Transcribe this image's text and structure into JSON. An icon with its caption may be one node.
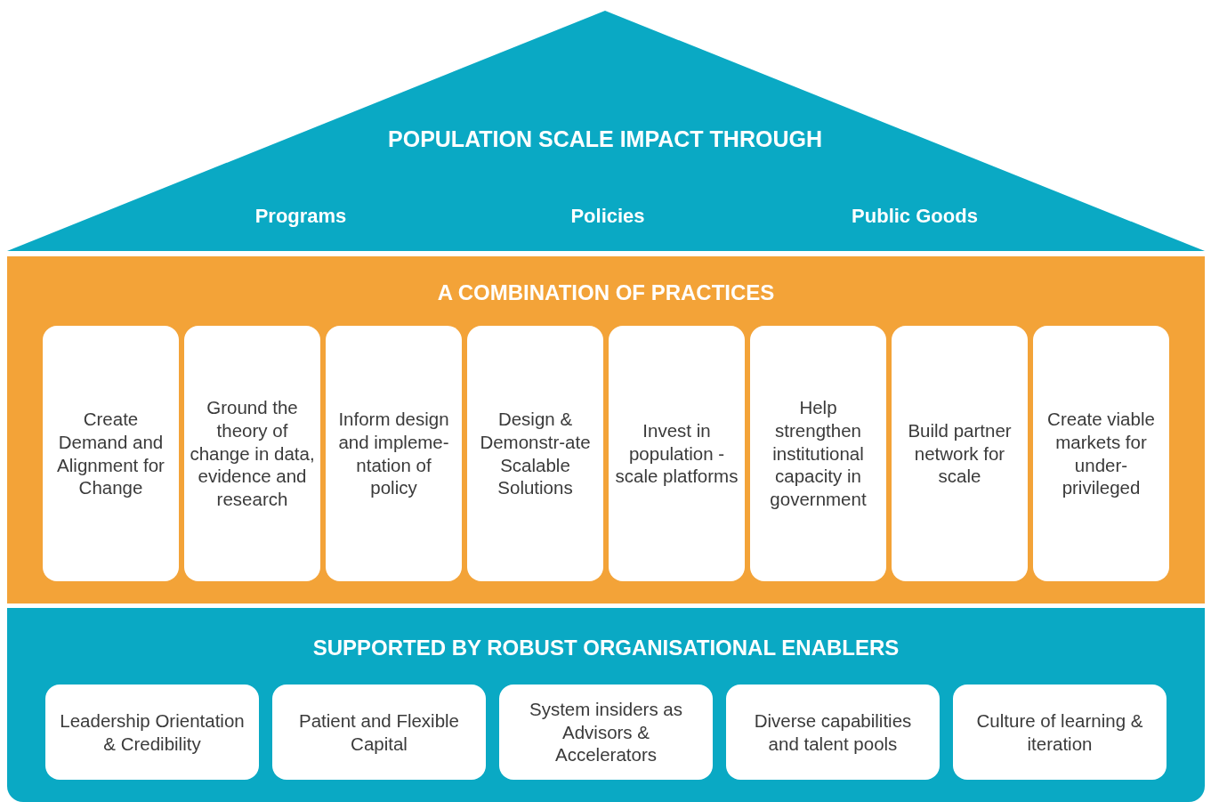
{
  "diagram": {
    "nodes": [
      {
        "text": [
          "POPULATION SCALE IMPACT THROUGH",
          "Programs",
          "Policies",
          "Public Goods"
        ]
      },
      {
        "text": [
          "A COMBINATION OF PRACTICES"
        ]
      },
      {
        "text": [
          "Create Demand and Alignment for Change"
        ],
        "in": 1
      },
      {
        "text": [
          "Ground the theory of change in data, evidence and research"
        ],
        "in": 1
      },
      {
        "text": [
          "Inform design and impleme-ntation of policy"
        ],
        "in": 1
      },
      {
        "text": [
          "Design & Demonstr-ate Scalable Solutions"
        ],
        "in": 1
      },
      {
        "text": [
          "Invest in population -scale platforms"
        ],
        "in": 1
      },
      {
        "text": [
          "Help strengthen institutional capacity in government"
        ],
        "in": 1
      },
      {
        "text": [
          "Build partner network for scale"
        ],
        "in": 1
      },
      {
        "text": [
          "Create viable markets for under-privileged"
        ],
        "in": 1
      },
      {
        "text": [
          "SUPPORTED BY ROBUST ORGANISATIONAL ENABLERS"
        ]
      },
      {
        "text": [
          "Leadership Orientation & Credibility"
        ],
        "in": 10
      },
      {
        "text": [
          "Patient and Flexible Capital"
        ],
        "in": 10
      },
      {
        "text": [
          "System insiders as Advisors & Accelerators"
        ],
        "in": 10
      },
      {
        "text": [
          "Diverse capabilities and talent pools"
        ],
        "in": 10
      },
      {
        "text": [
          "Culture of learning & iteration"
        ],
        "in": 10
      }
    ],
    "edges": []
  }
}
